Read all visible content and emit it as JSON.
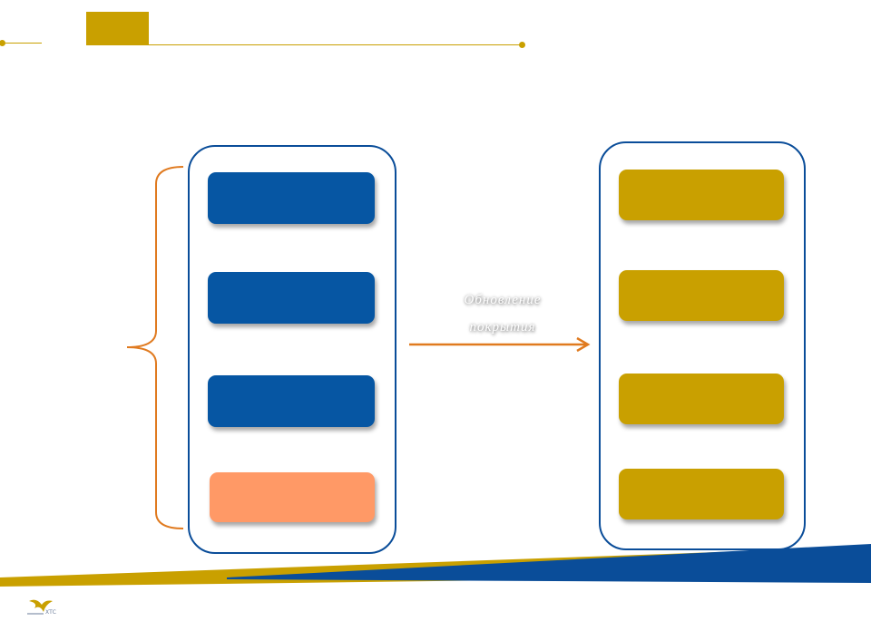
{
  "header": {
    "accent_color": "#c9a000"
  },
  "left_group": {
    "frame_color": "#0a4d99",
    "items": [
      {
        "label": "",
        "color": "#0656a3"
      },
      {
        "label": "",
        "color": "#0656a3"
      },
      {
        "label": "",
        "color": "#0656a3"
      },
      {
        "label": "",
        "color": "#ff9966"
      }
    ],
    "brace_color": "#e07a1f"
  },
  "right_group": {
    "frame_color": "#0a4d99",
    "items": [
      {
        "label": "",
        "color": "#c9a000"
      },
      {
        "label": "",
        "color": "#c9a000"
      },
      {
        "label": "",
        "color": "#c9a000"
      },
      {
        "label": "",
        "color": "#c9a000"
      }
    ]
  },
  "arrow": {
    "label_line1": "Обновление",
    "label_line2": "покрытия",
    "color": "#e07a1f"
  },
  "footer": {
    "band_color_blue": "#0a4d99",
    "band_color_gold": "#c9a000",
    "logo_text": "ХТС"
  }
}
